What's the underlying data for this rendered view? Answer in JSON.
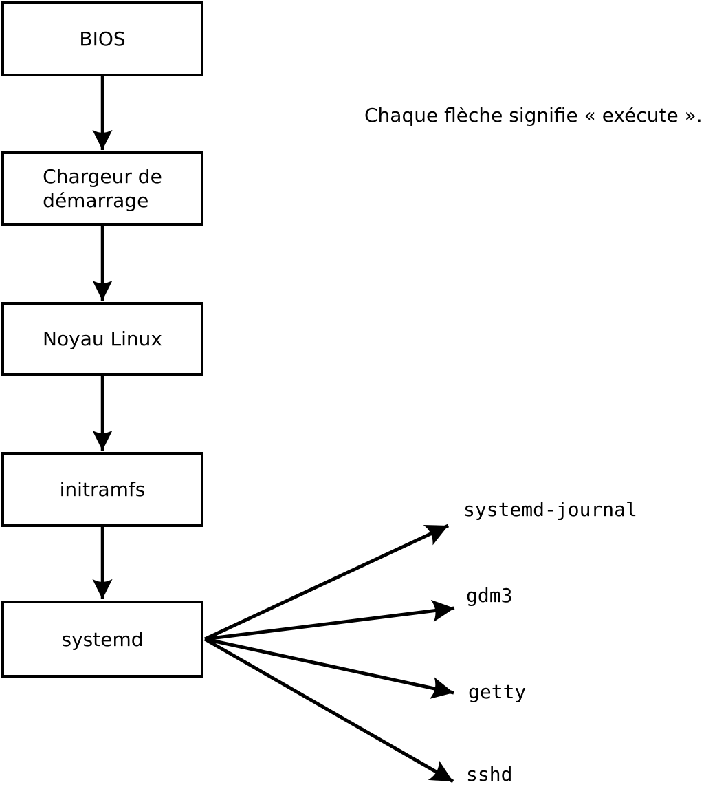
{
  "note": {
    "text": "Chaque flèche signifie « exécute »."
  },
  "boxes": [
    {
      "id": "bios",
      "label": "BIOS"
    },
    {
      "id": "bootloader",
      "label": "Chargeur de\ndémarrage"
    },
    {
      "id": "kernel",
      "label": "Noyau Linux"
    },
    {
      "id": "initramfs",
      "label": "initramfs"
    },
    {
      "id": "systemd",
      "label": "systemd"
    }
  ],
  "processes": [
    {
      "id": "systemd-journal",
      "label": "systemd-journal"
    },
    {
      "id": "gdm3",
      "label": "gdm3"
    },
    {
      "id": "getty",
      "label": "getty"
    },
    {
      "id": "sshd",
      "label": "sshd"
    }
  ],
  "colors": {
    "stroke": "#000000",
    "background": "#ffffff",
    "text": "#000000"
  }
}
